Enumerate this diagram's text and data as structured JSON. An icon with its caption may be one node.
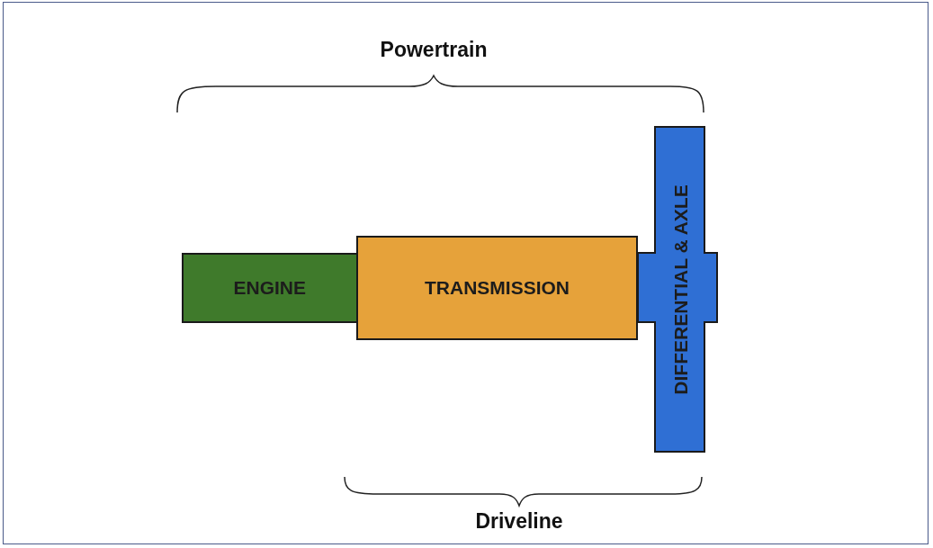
{
  "diagram": {
    "nodes": [
      {
        "text": [
          "ENGINE"
        ]
      },
      {
        "text": [
          "TRANSMISSION"
        ]
      },
      {
        "text": [
          "DIFFERENTIAL & AXLE"
        ]
      }
    ],
    "labels": [
      "Powertrain",
      "Driveline"
    ]
  }
}
